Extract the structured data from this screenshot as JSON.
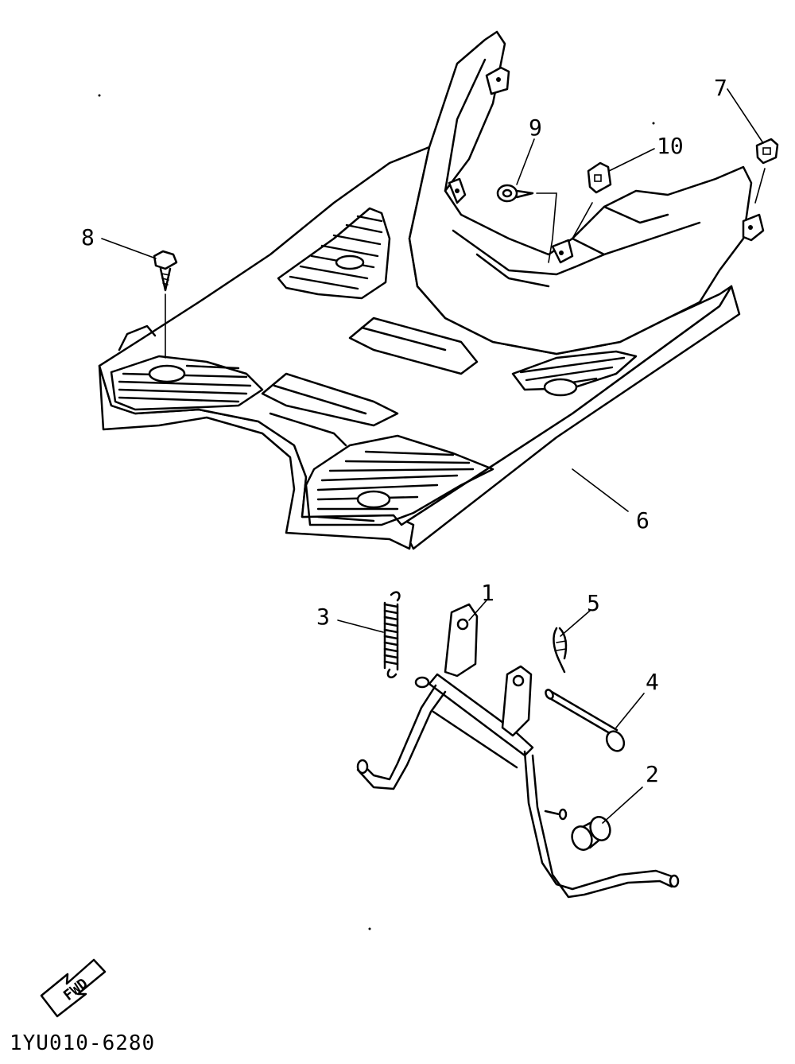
{
  "diagram": {
    "callouts": [
      {
        "id": "1",
        "label": "1"
      },
      {
        "id": "2",
        "label": "2"
      },
      {
        "id": "3",
        "label": "3"
      },
      {
        "id": "4",
        "label": "4"
      },
      {
        "id": "5",
        "label": "5"
      },
      {
        "id": "6",
        "label": "6"
      },
      {
        "id": "7",
        "label": "7"
      },
      {
        "id": "8",
        "label": "8"
      },
      {
        "id": "9",
        "label": "9"
      },
      {
        "id": "10",
        "label": "10"
      }
    ],
    "fwd_label": "FWD",
    "drawing_code": "1YU010-6280"
  }
}
